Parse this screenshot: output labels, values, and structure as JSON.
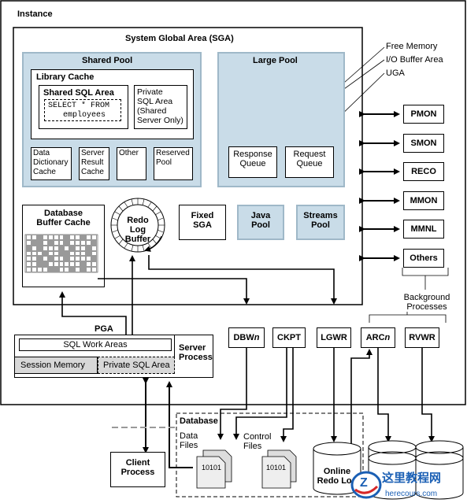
{
  "instance": "Instance",
  "sga": "System Global Area (SGA)",
  "shared_pool": "Shared Pool",
  "library_cache": "Library Cache",
  "shared_sql_area": "Shared SQL Area",
  "sql_line1": "SELECT * FROM",
  "sql_line2": "employees",
  "private_sql_area_shared": [
    "Private",
    "SQL Area",
    "(Shared",
    "Server Only)"
  ],
  "data_dictionary_cache": [
    "Data",
    "Dictionary",
    "Cache"
  ],
  "server_result_cache": [
    "Server",
    "Result",
    "Cache"
  ],
  "other": "Other",
  "reserved_pool": [
    "Reserved",
    "Pool"
  ],
  "large_pool": "Large Pool",
  "response_queue": [
    "Response",
    "Queue"
  ],
  "request_queue": [
    "Request",
    "Queue"
  ],
  "legend": [
    "Free Memory",
    "I/O Buffer Area",
    "UGA"
  ],
  "db_buffer_cache": [
    "Database",
    "Buffer Cache"
  ],
  "redo_log_buffer": [
    "Redo",
    "Log",
    "Buffer"
  ],
  "fixed_sga": [
    "Fixed",
    "SGA"
  ],
  "java_pool": [
    "Java",
    "Pool"
  ],
  "streams_pool": [
    "Streams",
    "Pool"
  ],
  "bg_processes": [
    "PMON",
    "SMON",
    "RECO",
    "MMON",
    "MMNL",
    "Others"
  ],
  "background_processes": [
    "Background",
    "Processes"
  ],
  "pga": "PGA",
  "sql_work_areas": "SQL Work Areas",
  "session_memory": "Session Memory",
  "private_sql_area": "Private SQL Area",
  "server_process": [
    "Server",
    "Process"
  ],
  "writers": [
    "DBWn",
    "CKPT",
    "LGWR",
    "ARCn",
    "RVWR"
  ],
  "database": "Database",
  "data_files": [
    "Data",
    "Files"
  ],
  "control_files": [
    "Control",
    "Files"
  ],
  "file_glyph": "10101",
  "online_redo_log": [
    "Online",
    "Redo Log"
  ],
  "client_process": [
    "Client",
    "Process"
  ],
  "watermark": {
    "brand": "这里教程网",
    "url": "herecours.com",
    "logo_letter": "Z"
  }
}
